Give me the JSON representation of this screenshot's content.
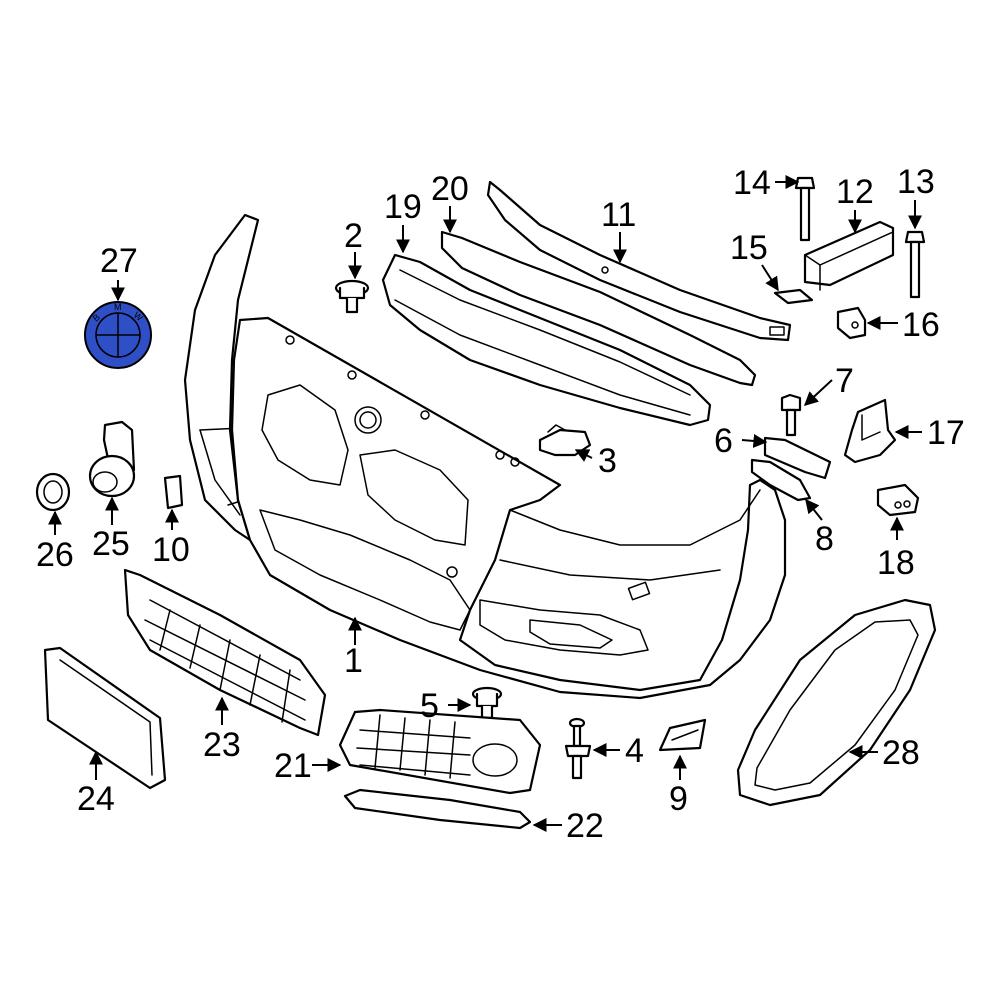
{
  "callouts": {
    "c1": "1",
    "c2": "2",
    "c3": "3",
    "c4": "4",
    "c5": "5",
    "c6": "6",
    "c7": "7",
    "c8": "8",
    "c9": "9",
    "c10": "10",
    "c11": "11",
    "c12": "12",
    "c13": "13",
    "c14": "14",
    "c15": "15",
    "c16": "16",
    "c17": "17",
    "c18": "18",
    "c19": "19",
    "c20": "20",
    "c21": "21",
    "c22": "22",
    "c23": "23",
    "c24": "24",
    "c25": "25",
    "c26": "26",
    "c27": "27",
    "c28": "28"
  },
  "emblem": {
    "letters": [
      "B",
      "M",
      "W"
    ],
    "highlight_color": "#2f4fc7"
  },
  "colors": {
    "line": "#000000",
    "background": "#ffffff",
    "highlight": "#2f4fc7"
  }
}
